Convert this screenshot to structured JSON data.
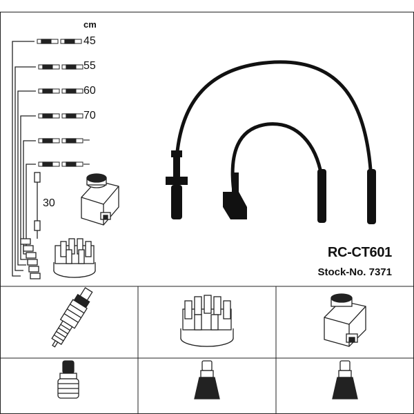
{
  "set": {
    "model": "RC-CT601",
    "stock": "Stock-No. 7371"
  },
  "lengths": {
    "unit": "cm",
    "values": [
      "45",
      "55",
      "60",
      "70",
      "–",
      "–"
    ],
    "short_lead": "30"
  },
  "icons": {
    "wires": "ignition-lead-icon",
    "coil": "ignition-coil-icon",
    "cap": "distributor-cap-icon",
    "plug": "spark-plug-icon",
    "connector": "plug-connector-icon"
  }
}
